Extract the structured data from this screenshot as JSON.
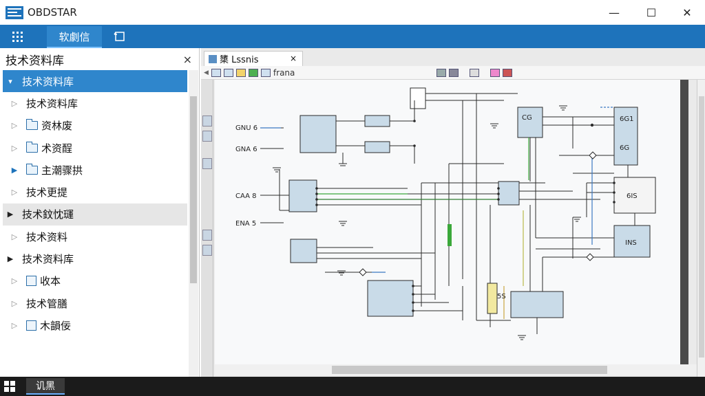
{
  "window": {
    "title": "OBDSTAR",
    "minimize": "—",
    "maximize": "☐",
    "close": "✕"
  },
  "menubar": {
    "grid_icon": "grid-icon",
    "active_tab": "软劇信",
    "refresh_icon": "refresh-icon"
  },
  "sidebar": {
    "title": "技术资料库",
    "close": "×",
    "items": [
      {
        "label": "技术资料库",
        "caret": "▾",
        "icon": "",
        "state": "selected"
      },
      {
        "label": "技术资料库",
        "caret": "▷",
        "icon": ""
      },
      {
        "label": "资林废",
        "caret": "▷",
        "icon": "folder"
      },
      {
        "label": "术资酲",
        "caret": "▷",
        "icon": "folder"
      },
      {
        "label": "主潮骤拱",
        "caret": "▶",
        "icon": "folder",
        "caret_color": "blue"
      },
      {
        "label": "技术更提",
        "caret": "▷",
        "icon": ""
      },
      {
        "label": "技术鈫忱璭",
        "caret": "▶",
        "icon": "",
        "state": "highlighted"
      },
      {
        "label": "技术资料",
        "caret": "▷",
        "icon": ""
      },
      {
        "label": "技术资料库",
        "caret": "▶",
        "icon": ""
      },
      {
        "label": "收本",
        "caret": "▷",
        "icon": "doc"
      },
      {
        "label": "技术管膳",
        "caret": "▷",
        "icon": ""
      },
      {
        "label": "木韻佞",
        "caret": "▷",
        "icon": "doc"
      }
    ]
  },
  "document": {
    "tab_label": "橥 Lssnis",
    "tab_close": "×",
    "toolbar_label": "frana",
    "left_arrow": "◀",
    "diagram_labels": {
      "l1": "GNU 6",
      "l2": "GNA 6",
      "l3": "CAA 8",
      "l4": "ENA 5",
      "r1": "6G1",
      "r2": "6G",
      "r3": "6IS",
      "r4": "INS",
      "c1": "CG",
      "c2": "5S"
    }
  },
  "taskbar": {
    "start_icon": "windows-icon",
    "item_label": "讥黑"
  }
}
